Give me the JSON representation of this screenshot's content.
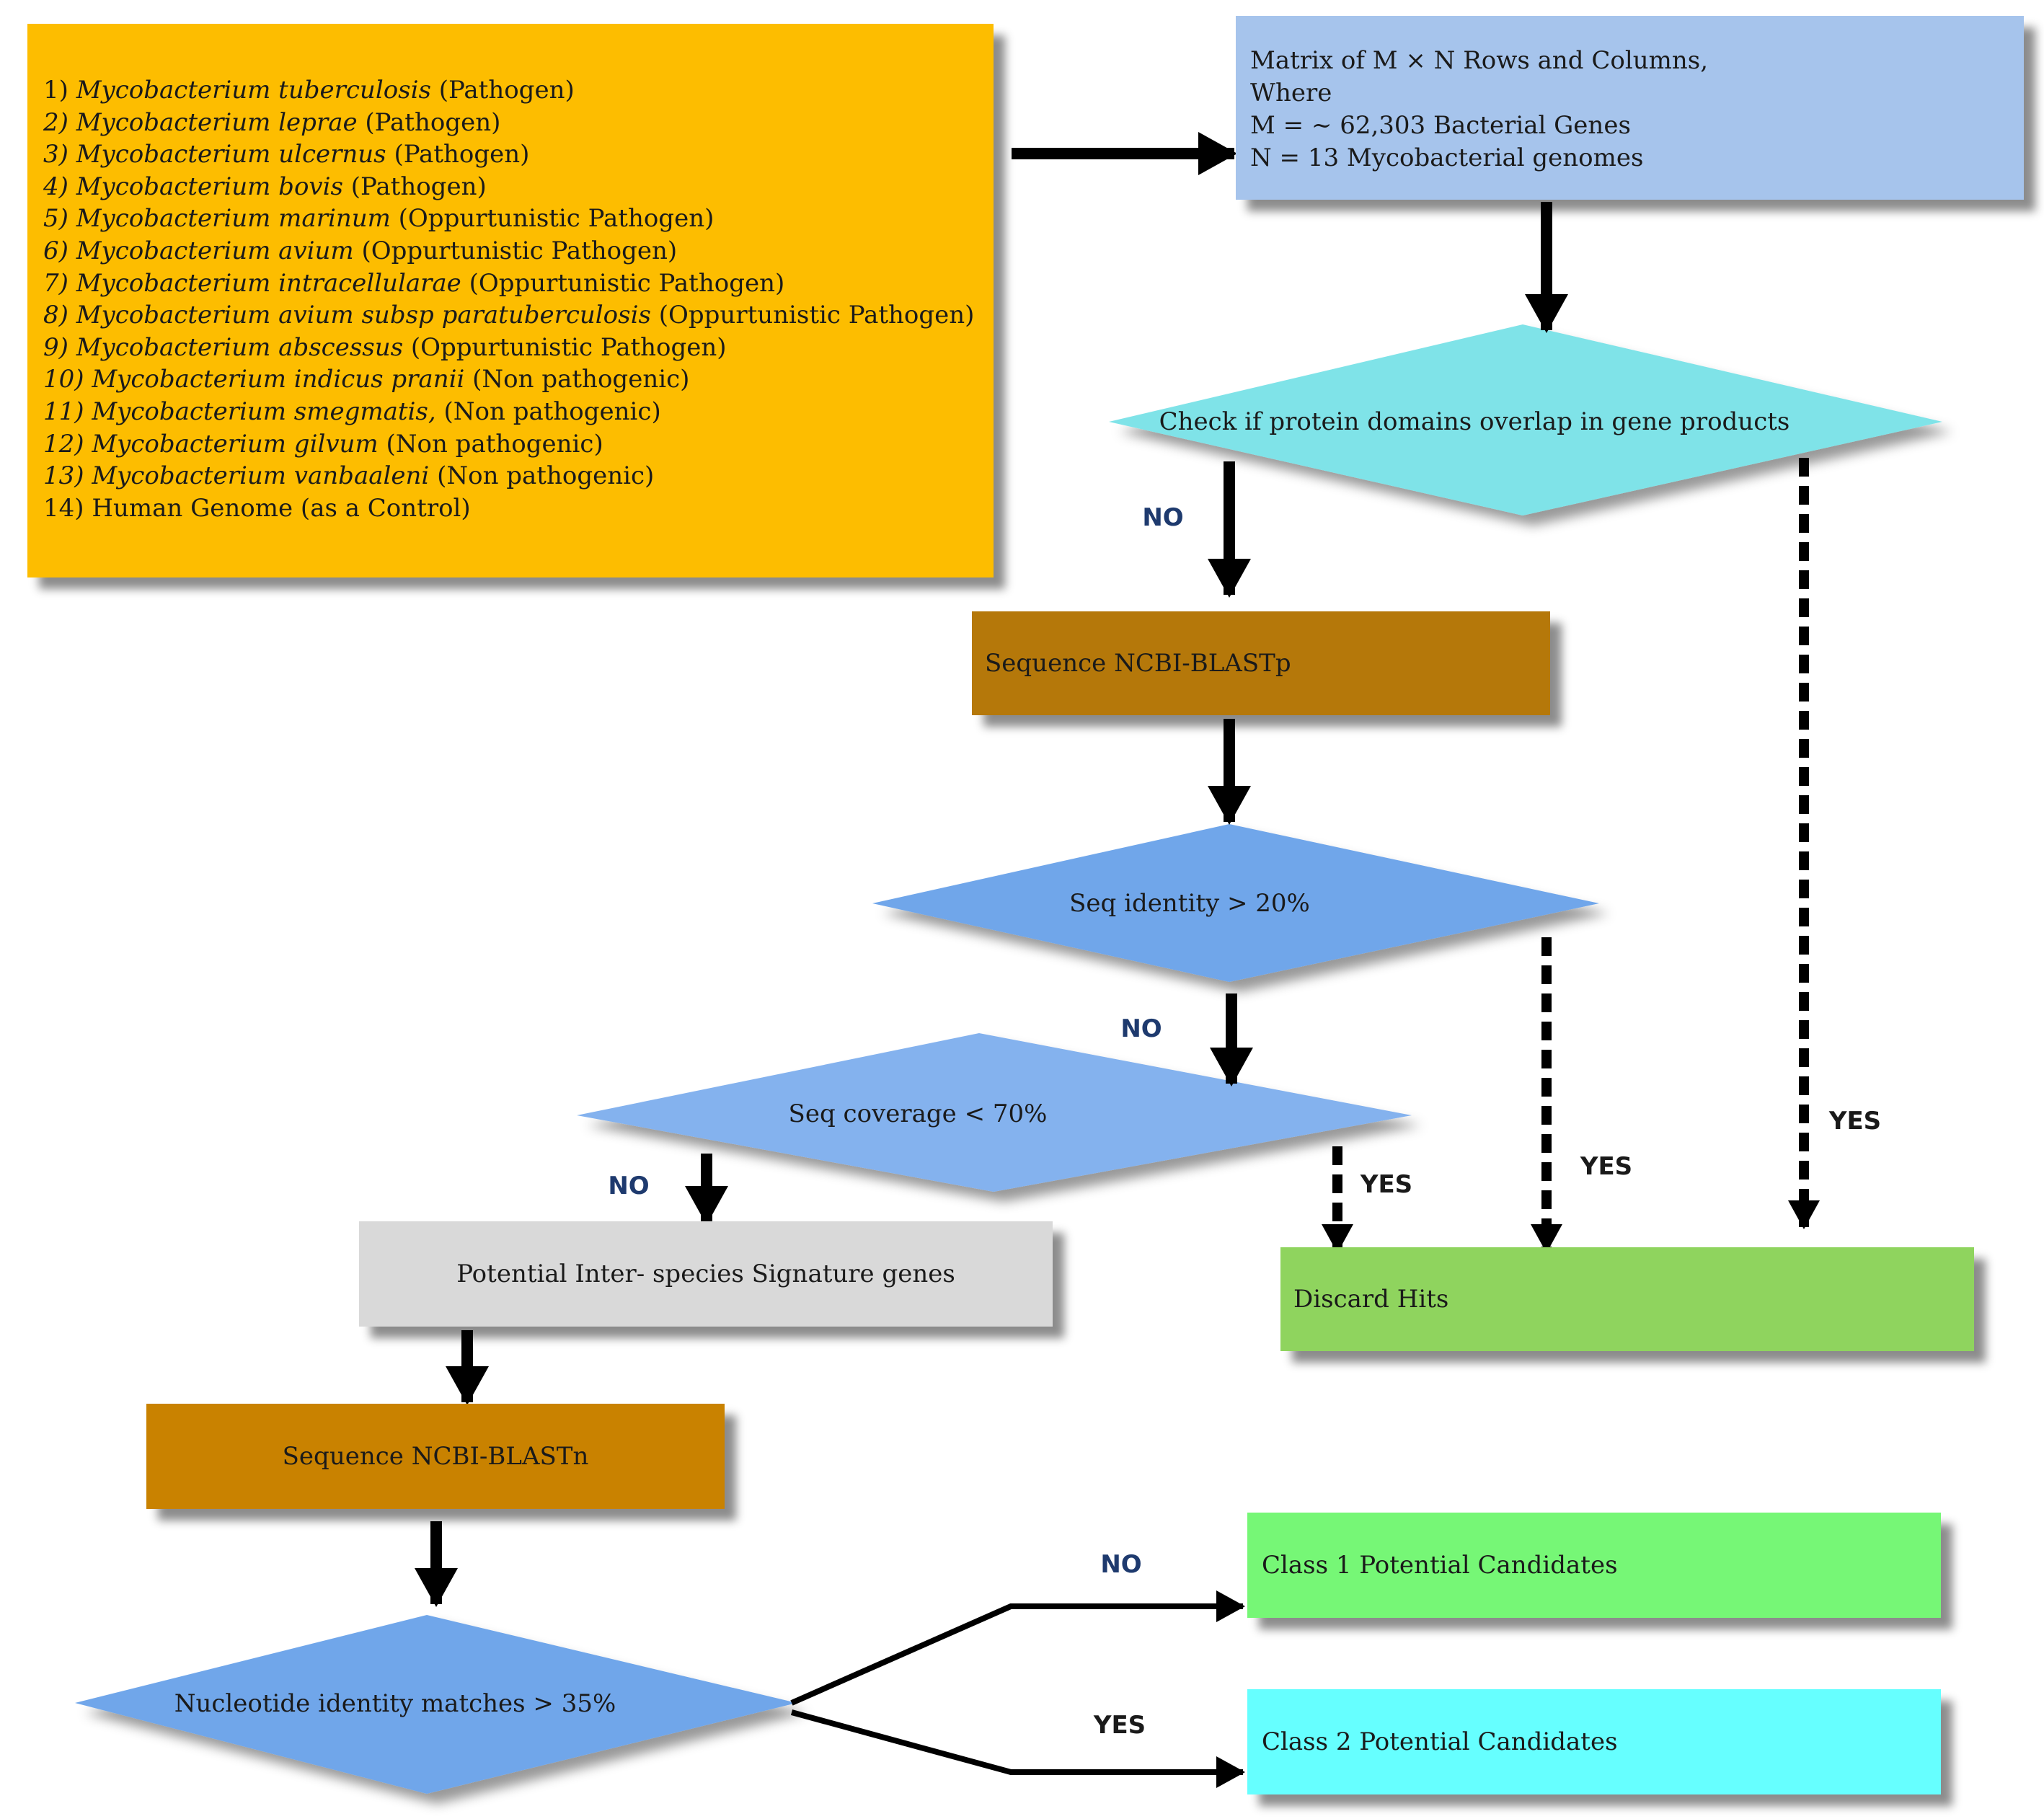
{
  "species_list": [
    {
      "num": "1)",
      "name": "Mycobacterium tuberculosis",
      "type": "(Pathogen)"
    },
    {
      "num": "2)",
      "name": "Mycobacterium leprae",
      "type": "(Pathogen)"
    },
    {
      "num": "3)",
      "name": "Mycobacterium ulcernus",
      "type": "(Pathogen)"
    },
    {
      "num": "4)",
      "name": "Mycobacterium bovis",
      "type": "(Pathogen)"
    },
    {
      "num": "5)",
      "name": "Mycobacterium marinum",
      "type": "(Oppurtunistic Pathogen)"
    },
    {
      "num": "6)",
      "name": "Mycobacterium avium",
      "type": "(Oppurtunistic Pathogen)"
    },
    {
      "num": "7)",
      "name": "Mycobacterium intracellularae",
      "type": "(Oppurtunistic Pathogen)"
    },
    {
      "num": "8)",
      "name": "Mycobacterium avium subsp paratuberculosis",
      "type": "(Oppurtunistic Pathogen)"
    },
    {
      "num": "9)",
      "name": "Mycobacterium abscessus",
      "type": "(Oppurtunistic Pathogen)"
    },
    {
      "num": "10)",
      "name": "Mycobacterium indicus pranii",
      "type": "(Non pathogenic)"
    },
    {
      "num": "11)",
      "name": "Mycobacterium smegmatis,",
      "type": "(Non pathogenic)"
    },
    {
      "num": "12)",
      "name": "Mycobacterium gilvum",
      "type": " (Non pathogenic)"
    },
    {
      "num": "13)",
      "name": "Mycobacterium vanbaaleni",
      "type": "(Non pathogenic)"
    },
    {
      "num": "14)",
      "name": "",
      "type": "Human Genome (as a Control)"
    }
  ],
  "matrix": {
    "line1": "Matrix of M × N Rows and Columns,",
    "line2": "Where",
    "line3": "M = ~ 62,303 Bacterial Genes",
    "line4": "N = 13 Mycobacterial genomes"
  },
  "decisions": {
    "domains": "Check if protein domains overlap in gene products",
    "seq_identity": "Seq identity > 20%",
    "seq_coverage": "Seq coverage <  70%",
    "nucleotide": "Nucleotide identity matches > 35%"
  },
  "boxes": {
    "blastp": "Sequence NCBI-BLASTp",
    "signature": "Potential Inter- species Signature genes",
    "discard": "Discard Hits",
    "blastn": "Sequence NCBI-BLASTn",
    "class1": "Class 1 Potential Candidates",
    "class2": "Class 2 Potential Candidates"
  },
  "labels": {
    "no": "NO",
    "yes": "YES"
  },
  "colors": {
    "species_box": "#fdbd00",
    "matrix_box": "#a6c4ec",
    "domains_diamond": "#7fe3e8",
    "blastp_box": "#b5780a",
    "identity_diamond": "#6fa6ea",
    "coverage_diamond": "#84b2ee",
    "signature_box": "#d9d9d9",
    "discard_box": "#8fd45e",
    "blastn_box": "#c98200",
    "nucleotide_diamond": "#6fa6ea",
    "class1_box": "#76f776",
    "class2_box": "#66ffff"
  }
}
